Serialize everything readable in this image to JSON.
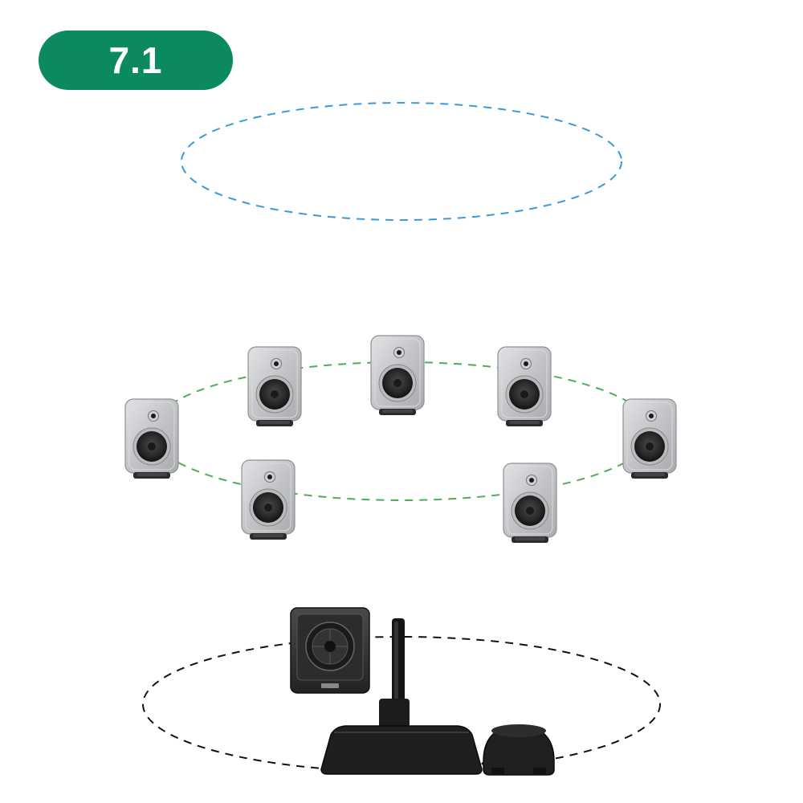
{
  "badge": {
    "label": "7.1"
  },
  "colors": {
    "badge_bg": "#0b8a5f",
    "height_ring": "#3a9ad9",
    "ear_ring": "#4dae57",
    "floor_ring": "#111111",
    "speaker_body": "#c7c9cc",
    "woofer": "#2b2b2b",
    "sub_body": "#3a3a3a"
  },
  "rings": [
    {
      "name": "height-layer-ring",
      "color_key": "height_ring"
    },
    {
      "name": "ear-level-ring",
      "color_key": "ear_ring"
    },
    {
      "name": "floor-ring",
      "color_key": "floor_ring"
    }
  ],
  "speakers": [
    {
      "name": "speaker-left-surround"
    },
    {
      "name": "speaker-left-front"
    },
    {
      "name": "speaker-center"
    },
    {
      "name": "speaker-right-front"
    },
    {
      "name": "speaker-right-surround"
    },
    {
      "name": "speaker-left-rear"
    },
    {
      "name": "speaker-right-rear"
    }
  ],
  "devices": [
    {
      "name": "subwoofer-icon"
    },
    {
      "name": "wireless-receiver-icon"
    },
    {
      "name": "calibration-microphone-icon"
    }
  ]
}
